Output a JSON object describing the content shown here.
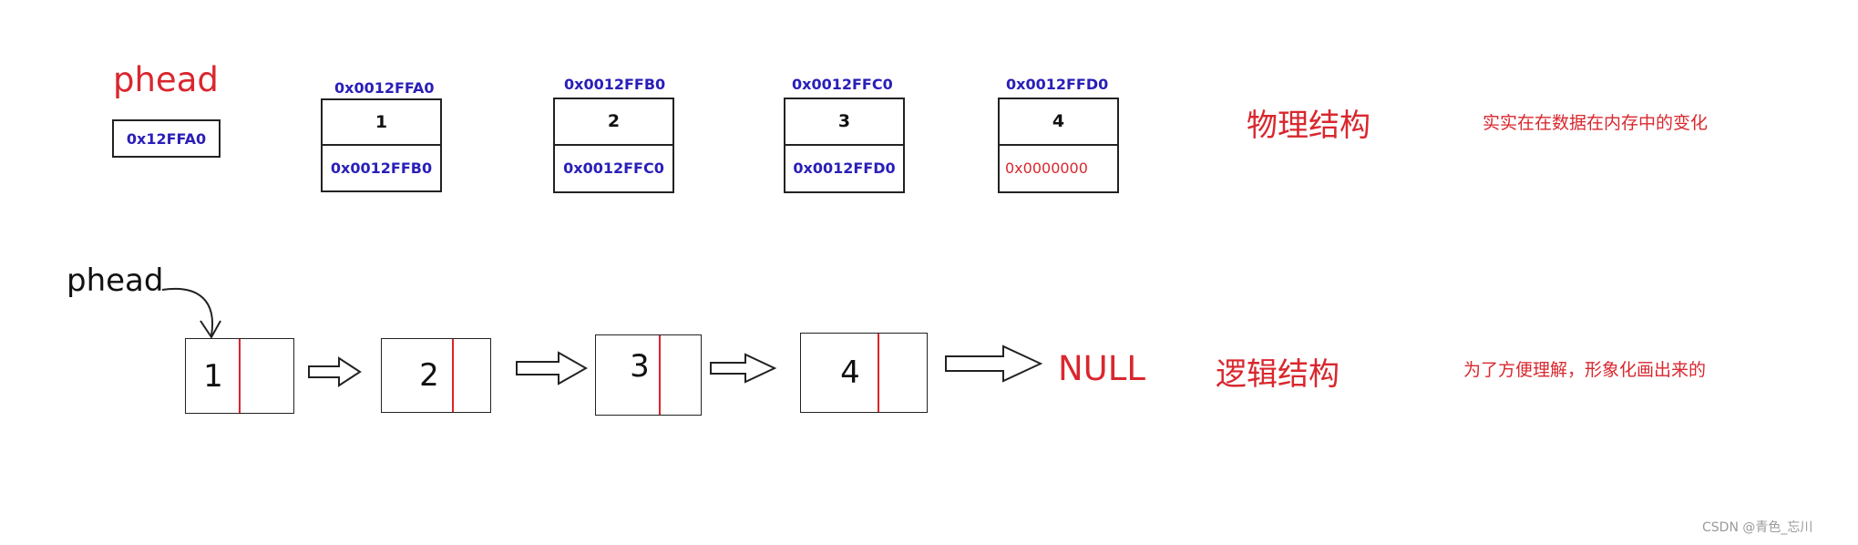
{
  "physical": {
    "phead_label": "phead",
    "phead_value": "0x12FFA0",
    "nodes": [
      {
        "address": "0x0012FFA0",
        "data": "1",
        "next": "0x0012FFB0"
      },
      {
        "address": "0x0012FFB0",
        "data": "2",
        "next": "0x0012FFC0"
      },
      {
        "address": "0x0012FFC0",
        "data": "3",
        "next": "0x0012FFD0"
      },
      {
        "address": "0x0012FFD0",
        "data": "4",
        "next": "0x0000000"
      }
    ],
    "title": "物理结构",
    "description": "实实在在数据在内存中的变化"
  },
  "logical": {
    "phead_label": "phead",
    "nodes": [
      "1",
      "2",
      "3",
      "4"
    ],
    "null_label": "NULL",
    "title": "逻辑结构",
    "description": "为了方便理解，形象化画出来的"
  },
  "watermark": "CSDN @青色_忘川",
  "colors": {
    "red": "#d9272e",
    "blue": "#2a1fb8",
    "border": "#222222"
  }
}
